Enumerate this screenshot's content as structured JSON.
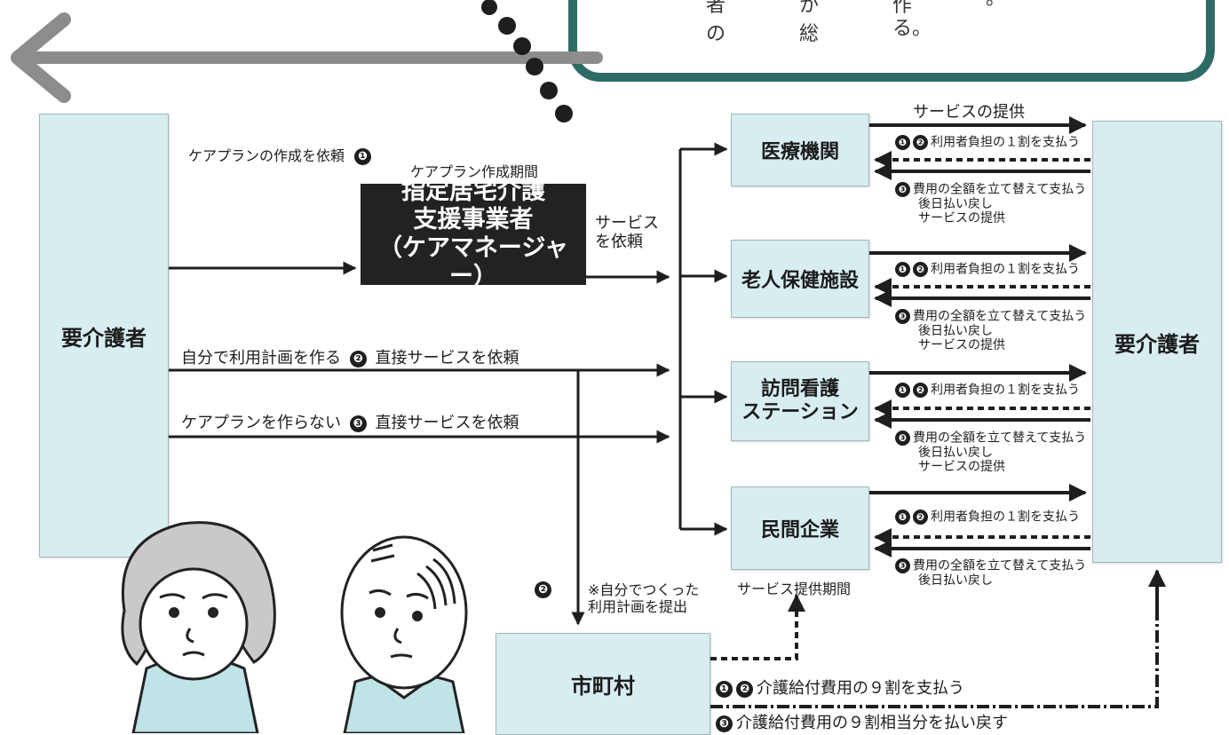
{
  "speech_bubble": {
    "fragments": [
      "者",
      "の",
      "か",
      "総",
      "作",
      "る。",
      "。"
    ]
  },
  "left_box": {
    "label": "要介護者"
  },
  "right_box": {
    "label": "要介護者"
  },
  "care_manager": {
    "label": "指定居宅介護\n支援事業者\n（ケアマネージャー）",
    "request_label": "ケアプランの作成を依頼",
    "period_label": "ケアプラン作成期間",
    "service_request": "サービス\nを依頼"
  },
  "routes": {
    "self_plan": "自分で利用計画を作る",
    "self_plan_request": "直接サービスを依頼",
    "no_plan": "ケアプランを作らない",
    "no_plan_request": "直接サービスを依頼",
    "submit_note": "※自分でつくった\n利用計画を提出",
    "markers": [
      "❶",
      "❷",
      "❸"
    ]
  },
  "providers": [
    {
      "name": "医療機関"
    },
    {
      "name": "老人保健施設"
    },
    {
      "name": "訪問看護\nステーション"
    },
    {
      "name": "民間企業"
    }
  ],
  "provider_flows": {
    "service_provision_top": "サービスの提供",
    "pay_10pct": "利用者負担の１割を支払う",
    "pay_full": "費用の全額を立て替えて支払う",
    "refund": "後日払い戻し",
    "service_provision": "サービスの提供",
    "service_period": "サービス提供期間"
  },
  "municipality": {
    "label": "市町村",
    "pay_90pct": "介護給付費用の９割を支払う",
    "refund_90pct": "介護給付費用の９割相当分を払い戻す"
  },
  "colors": {
    "box_fill": "#d7edf0",
    "dark_box": "#222222",
    "bubble_border": "#2f6b66",
    "arrow_gray": "#8c8c8c",
    "dots": "#1e1e1e"
  }
}
